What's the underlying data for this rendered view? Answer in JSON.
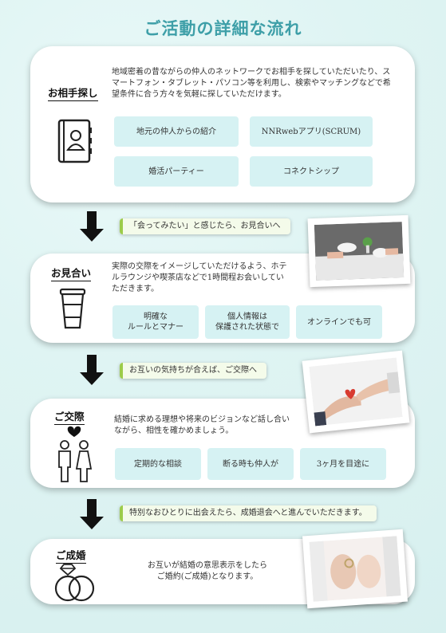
{
  "page": {
    "title": "ご活動の詳細な流れ"
  },
  "stages": [
    {
      "label": "お相手探し",
      "description": "地域密着の昔ながらの仲人のネットワークでお相手を探していただいたり、スマートフォン・タブレット・パソコン等を利用し、検索やマッチングなどで希望条件に合う方々を気軽に探していただけます。",
      "chips": [
        "地元の仲人からの紹介",
        "NNRwebアプリ(SCRUM)",
        "婚活パーティー",
        "コネクトシップ"
      ]
    },
    {
      "label": "お見合い",
      "description": "実際の交際をイメージしていただけるよう、ホテルラウンジや喫茶店などで1時間程お会いしていただきます。",
      "chips": [
        "明確な\nルールとマナー",
        "個人情報は\n保護された状態で",
        "オンラインでも可"
      ]
    },
    {
      "label": "ご交際",
      "description": "結婚に求める理想や将来のビジョンなど話し合いながら、相性を確かめましょう。",
      "chips": [
        "定期的な相談",
        "断る時も仲人が",
        "3ヶ月を目途に"
      ]
    },
    {
      "label": "ご成婚",
      "description": "お互いが結婚の意思表示をしたら\nご婚約(ご成婚)となります。",
      "chips": []
    }
  ],
  "callouts": [
    "「会ってみたい」と感じたら、お見合いへ",
    "お互いの気持ちが合えば、ご交際へ",
    "特別なおひとりに出会えたら、成婚退会へと進んでいただきます。"
  ],
  "icons": [
    "address-book-icon",
    "coffee-cup-icon",
    "couple-heart-icon",
    "wedding-rings-icon"
  ],
  "colors": {
    "title": "#3e9fa8",
    "chip": "#d6f2f3",
    "callout_accent": "#9ccc4a"
  }
}
